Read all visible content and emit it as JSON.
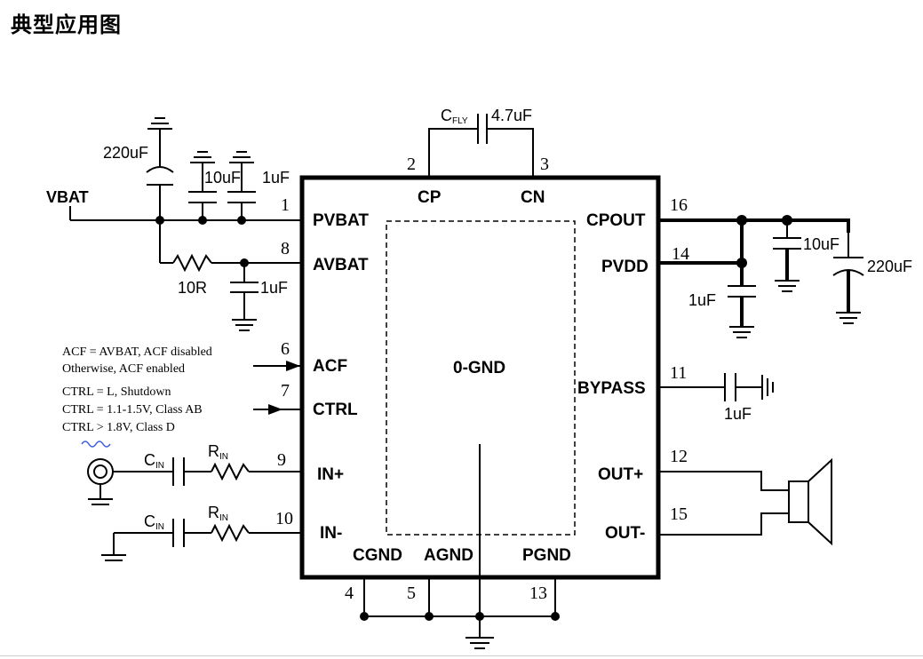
{
  "title": "典型应用图",
  "chip": {
    "center_label": "0-GND",
    "pins_left": [
      {
        "num": "1",
        "name": "PVBAT"
      },
      {
        "num": "8",
        "name": "AVBAT"
      },
      {
        "num": "6",
        "name": "ACF"
      },
      {
        "num": "7",
        "name": "CTRL"
      },
      {
        "num": "9",
        "name": "IN+"
      },
      {
        "num": "10",
        "name": "IN-"
      }
    ],
    "pins_right": [
      {
        "num": "16",
        "name": "CPOUT"
      },
      {
        "num": "14",
        "name": "PVDD"
      },
      {
        "num": "11",
        "name": "BYPASS"
      },
      {
        "num": "12",
        "name": "OUT+"
      },
      {
        "num": "15",
        "name": "OUT-"
      }
    ],
    "pins_top": [
      {
        "num": "2",
        "name": "CP"
      },
      {
        "num": "3",
        "name": "CN"
      }
    ],
    "pins_bottom": [
      {
        "num": "4",
        "name": "CGND"
      },
      {
        "num": "5",
        "name": "AGND"
      },
      {
        "num": "13",
        "name": "PGND"
      }
    ]
  },
  "components": {
    "vbat": "VBAT",
    "c_220uf_left": "220uF",
    "c_10uf_left": "10uF",
    "c_1uf_left": "1uF",
    "r_10r": "10R",
    "c_1uf_avbat": "1uF",
    "cfly_main": "C",
    "cfly_sub": "FLY",
    "cfly_value": "4.7uF",
    "c_10uf_right": "10uF",
    "c_220uf_right": "220uF",
    "c_1uf_pvdd": "1uF",
    "c_1uf_bypass": "1uF",
    "cin_main": "C",
    "cin_sub": "IN",
    "rin_main": "R",
    "rin_sub": "IN"
  },
  "notes": {
    "acf_line1": "ACF = AVBAT, ACF disabled",
    "acf_line2": "Otherwise, ACF enabled",
    "ctrl_line1": "CTRL = L, Shutdown",
    "ctrl_line2": "CTRL = 1.1-1.5V, Class AB",
    "ctrl_line3": "CTRL > 1.8V, Class D"
  }
}
